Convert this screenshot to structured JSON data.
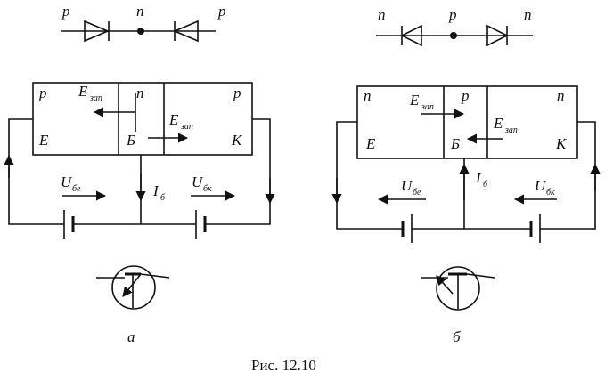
{
  "caption": "Рис. 12.10",
  "diagrams": [
    {
      "id": "a",
      "panel_label": "а",
      "diode_chain": [
        "p",
        "n",
        "p"
      ],
      "regions": [
        "p",
        "n",
        "p"
      ],
      "region_names": [
        "Е",
        "Б",
        "К"
      ],
      "field_label": "E",
      "field_sub": "зап",
      "voltage_label_1": "U",
      "voltage_sub_1": "бе",
      "voltage_label_2": "U",
      "voltage_sub_2": "бк",
      "current_label": "I",
      "current_sub": "б"
    },
    {
      "id": "b",
      "panel_label": "б",
      "diode_chain": [
        "n",
        "p",
        "n"
      ],
      "regions": [
        "n",
        "p",
        "n"
      ],
      "region_names": [
        "Е",
        "Б",
        "К"
      ],
      "field_label": "E",
      "field_sub": "зап",
      "voltage_label_1": "U",
      "voltage_sub_1": "бе",
      "voltage_label_2": "U",
      "voltage_sub_2": "бк",
      "current_label": "I",
      "current_sub": "б"
    }
  ]
}
